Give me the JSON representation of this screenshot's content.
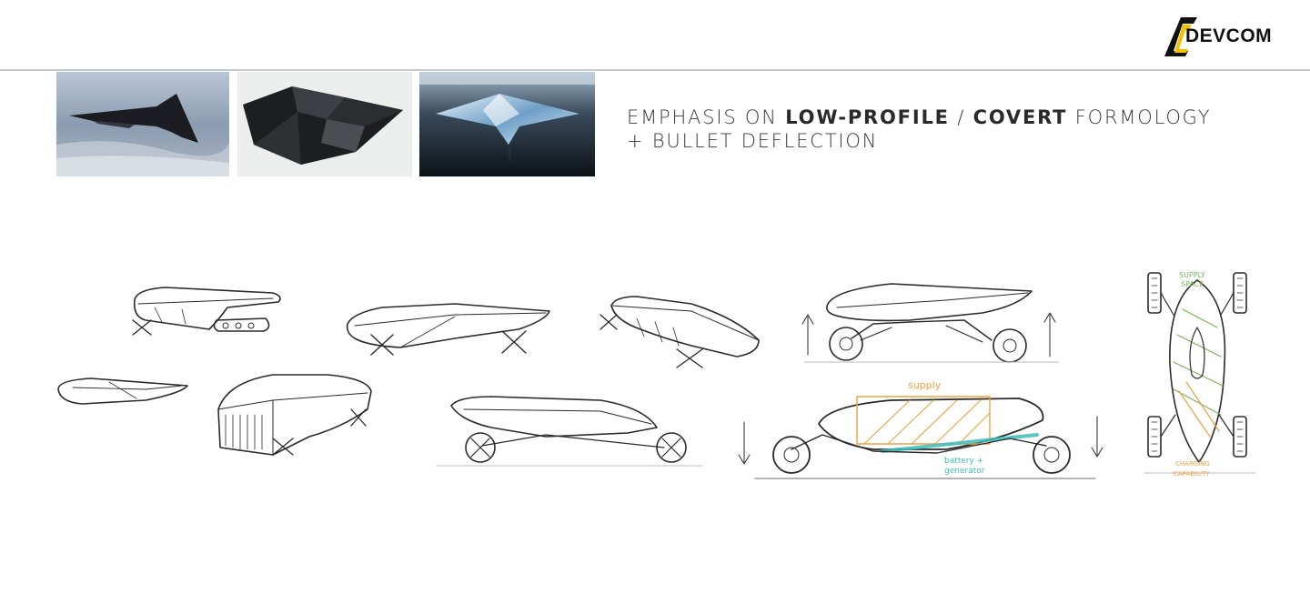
{
  "logo": {
    "text": "DEVCOM",
    "accent_color": "#f2c200"
  },
  "headline": {
    "line1_prefix": "EMPHASIS ON ",
    "line1_bold1": "LOW-PROFILE",
    "line1_mid": " / ",
    "line1_bold2": "COVERT",
    "line1_suffix": " FORMOLOGY",
    "line2": "+ BULLET DEFLECTION"
  },
  "annotations": {
    "supply": "supply",
    "battery_line1": "battery +",
    "battery_line2": "generator",
    "supply_space_line1": "SUPPLY",
    "supply_space_line2": "SPACE",
    "charging_line1": "CHARGING",
    "charging_line2": "CAPABILITY"
  },
  "colors": {
    "orange": "#f0a040",
    "teal": "#3cbcbc",
    "green": "#74b858",
    "sketch": "#2a2a2a"
  }
}
